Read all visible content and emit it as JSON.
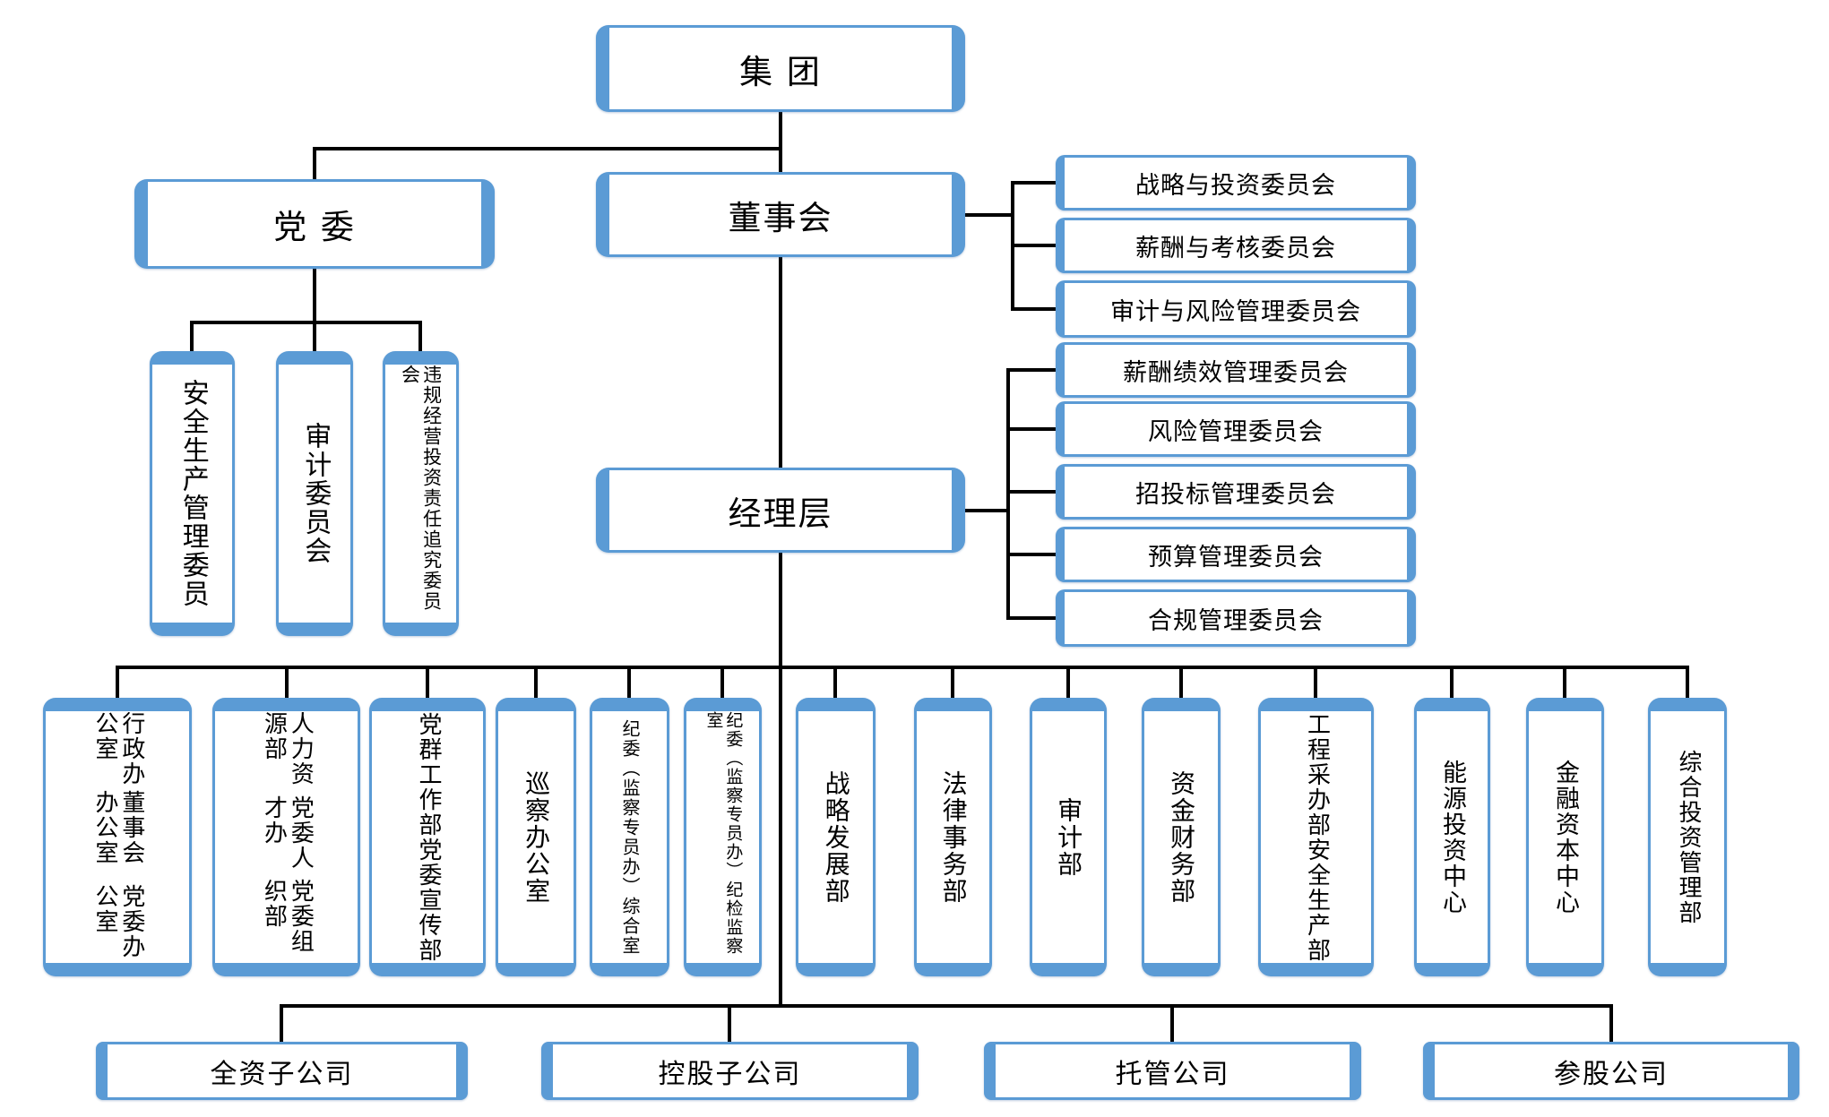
{
  "title": "集团组织架构图",
  "colors": {
    "accent_blue": "#5b9bd5",
    "accent_blue_dark": "#41719c",
    "connector_black": "#000000",
    "box_fill": "#ffffff",
    "text": "#000000"
  },
  "nodes": {
    "group": {
      "label": "集  团"
    },
    "party": {
      "label": "党  委"
    },
    "board": {
      "label": "董事会"
    },
    "management": {
      "label": "经理层"
    }
  },
  "party_committees": [
    {
      "lines": [
        "安全生产管理委员"
      ]
    },
    {
      "lines": [
        "审计委员会"
      ]
    },
    {
      "lines": [
        "违规经营投资责任追究委员会"
      ]
    }
  ],
  "board_committees": [
    {
      "label": "战略与投资委员会"
    },
    {
      "label": "薪酬与考核委员会"
    },
    {
      "label": "审计与风险管理委员会"
    }
  ],
  "management_committees": [
    {
      "label": "薪酬绩效管理委员会"
    },
    {
      "label": "风险管理委员会"
    },
    {
      "label": "招投标管理委员会"
    },
    {
      "label": "预算管理委员会"
    },
    {
      "label": "合规管理委员会"
    }
  ],
  "departments": [
    {
      "lines": [
        "行政办公室",
        "董事会办公室",
        "党委办公室"
      ]
    },
    {
      "lines": [
        "人力资源部",
        "党委人才办",
        "党委组织部"
      ]
    },
    {
      "lines": [
        "党群工作部",
        "党委宣传部"
      ]
    },
    {
      "lines": [
        "巡察办公室"
      ]
    },
    {
      "lines": [
        "纪委（监察专员办）综合室"
      ]
    },
    {
      "lines": [
        "纪委（监察专员办）纪检监察室"
      ]
    },
    {
      "lines": [
        "战略发展部"
      ]
    },
    {
      "lines": [
        "法律事务部"
      ]
    },
    {
      "lines": [
        "审计部"
      ]
    },
    {
      "lines": [
        "资金财务部"
      ]
    },
    {
      "lines": [
        "工程采办部",
        "安全生产部"
      ]
    },
    {
      "lines": [
        "能源投资中心"
      ]
    },
    {
      "lines": [
        "金融资本中心"
      ]
    },
    {
      "lines": [
        "综合投资管理部"
      ]
    }
  ],
  "companies": [
    {
      "label": "全资子公司"
    },
    {
      "label": "控股子公司"
    },
    {
      "label": "托管公司"
    },
    {
      "label": "参股公司"
    }
  ]
}
